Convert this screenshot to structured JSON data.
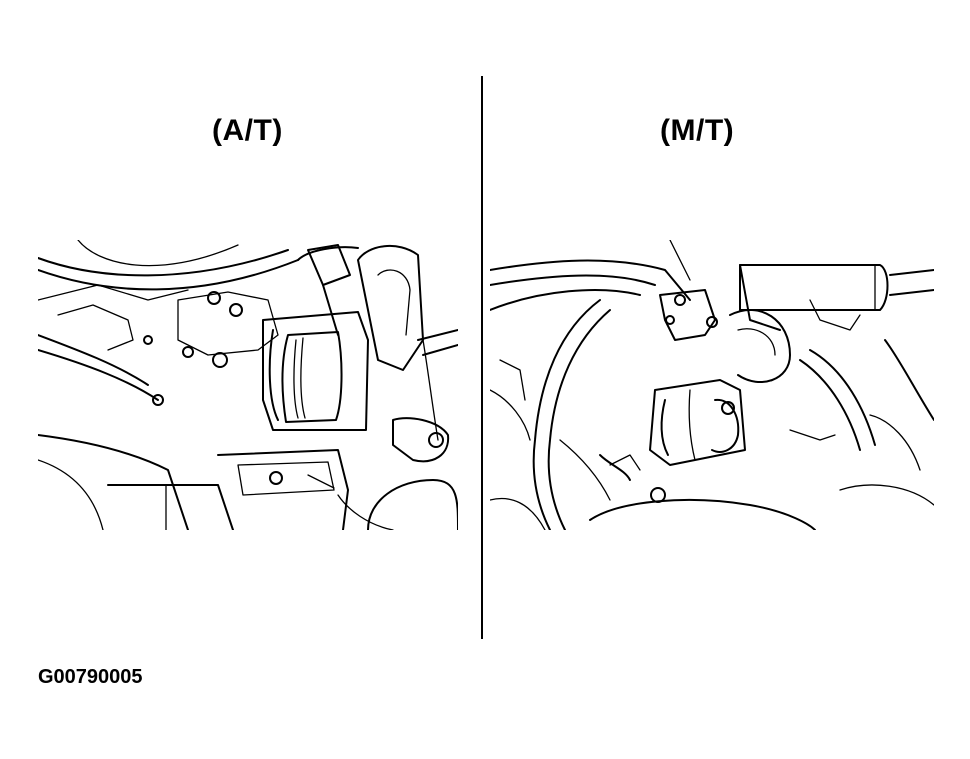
{
  "labels": {
    "automatic": "(A/T)",
    "manual": "(M/T)"
  },
  "figure_code": "G00790005",
  "colors": {
    "line": "#000000",
    "background": "#ffffff"
  }
}
